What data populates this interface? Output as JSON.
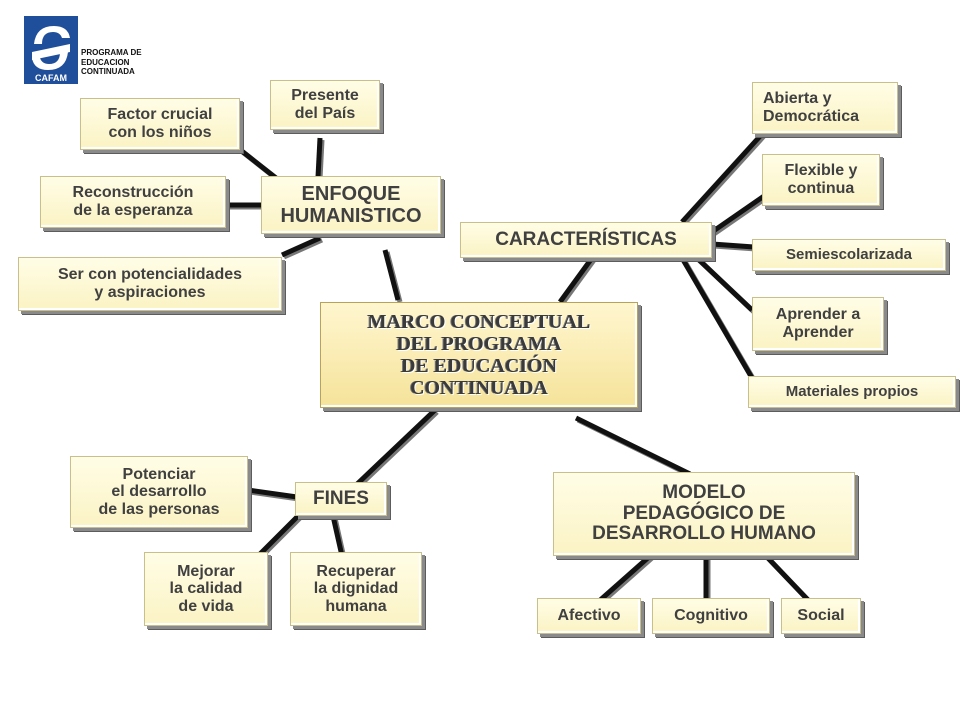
{
  "logo": {
    "name": "CAFAM",
    "caption": "PROGRAMA DE\nEDUCACION\nCONTINUADA",
    "color": "#1f4e9a"
  },
  "center": {
    "text": "MARCO CONCEPTUAL\nDEL PROGRAMA\nDE EDUCACIÓN\nCONTINUADA"
  },
  "enfoque": {
    "title": "ENFOQUE\nHUMANISTICO",
    "items": [
      "Presente\ndel País",
      "Factor crucial\ncon los niños",
      "Reconstrucción\nde la esperanza",
      "Ser con potencialidades\ny aspiraciones"
    ]
  },
  "caracteristicas": {
    "title": "CARACTERÍSTICAS",
    "items": [
      "Abierta y\nDemocrática",
      "Flexible y\ncontinua",
      "Semiescolarizada",
      "Aprender a\nAprender",
      "Materiales propios"
    ]
  },
  "fines": {
    "title": "FINES",
    "items": [
      "Potenciar\nel desarrollo\nde las personas",
      "Mejorar\nla calidad\nde vida",
      "Recuperar\nla dignidad\nhumana"
    ]
  },
  "modelo": {
    "title": "MODELO\nPEDAGÓGICO DE\nDESARROLLO HUMANO",
    "items": [
      "Afectivo",
      "Cognitivo",
      "Social"
    ]
  },
  "colors": {
    "box_fill": "#fbf3c4",
    "center_fill": "#f5e39a",
    "connector": "#111111",
    "text": "#404040"
  }
}
